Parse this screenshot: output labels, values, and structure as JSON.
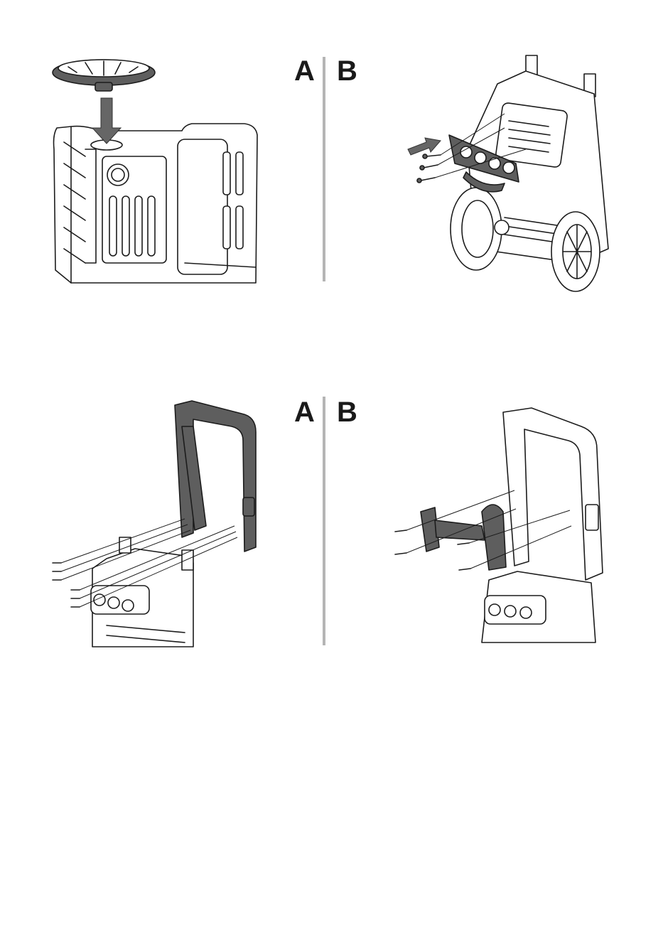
{
  "top_step": {
    "label_a": "A",
    "label_b": "B"
  },
  "bottom_step": {
    "label_a": "A",
    "label_b": "B"
  },
  "colors": {
    "line": "#1c1c1c",
    "part_fill": "#5e5e5e",
    "divider": "#b5b5b5"
  },
  "icons": [
    "wheel-icon",
    "down-arrow-icon",
    "hose-holder-icon",
    "screw-icon",
    "handle-frame-icon",
    "lance-holder-icon"
  ]
}
